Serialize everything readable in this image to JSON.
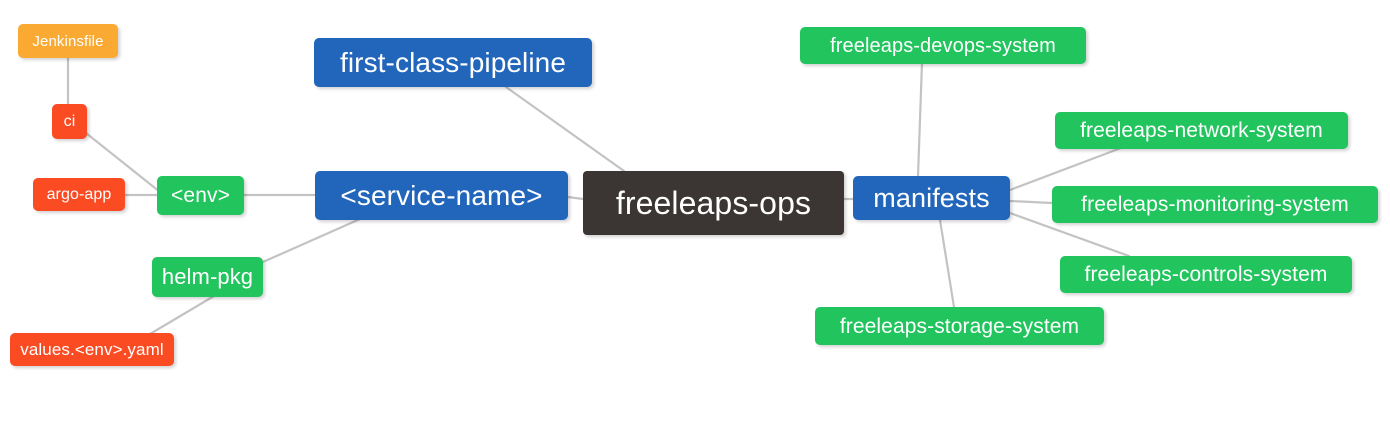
{
  "diagram": {
    "type": "mindmap",
    "title": "freeleaps-ops",
    "background": "#ffffff",
    "edge_color": "#c3c3c3",
    "palette": {
      "root": "#3b3633",
      "blue": "#2266bc",
      "green": "#21c45d",
      "orange": "#faa932",
      "red": "#fa4b23",
      "text": "#ffffff"
    }
  },
  "nodes": {
    "root": {
      "label": "freeleaps-ops",
      "color": "#3b3633"
    },
    "service_name": {
      "label": "<service-name>",
      "color": "#2266bc"
    },
    "first_class_pipeline": {
      "label": "first-class-pipeline",
      "color": "#2266bc"
    },
    "env": {
      "label": "<env>",
      "color": "#21c45d"
    },
    "jenkinsfile": {
      "label": "Jenkinsfile",
      "color": "#faa932"
    },
    "ci": {
      "label": "ci",
      "color": "#fa4b23"
    },
    "argo_app": {
      "label": "argo-app",
      "color": "#fa4b23"
    },
    "helm_pkg": {
      "label": "helm-pkg",
      "color": "#21c45d"
    },
    "values_yaml": {
      "label": "values.<env>.yaml",
      "color": "#fa4b23"
    },
    "manifests": {
      "label": "manifests",
      "color": "#2266bc"
    },
    "devops_system": {
      "label": "freeleaps-devops-system",
      "color": "#21c45d"
    },
    "network_system": {
      "label": "freeleaps-network-system",
      "color": "#21c45d"
    },
    "monitoring_system": {
      "label": "freeleaps-monitoring-system",
      "color": "#21c45d"
    },
    "controls_system": {
      "label": "freeleaps-controls-system",
      "color": "#21c45d"
    },
    "storage_system": {
      "label": "freeleaps-storage-system",
      "color": "#21c45d"
    }
  },
  "edges": [
    {
      "from": "root",
      "to": "service_name"
    },
    {
      "from": "root",
      "to": "first_class_pipeline"
    },
    {
      "from": "root",
      "to": "manifests"
    },
    {
      "from": "service_name",
      "to": "env"
    },
    {
      "from": "service_name",
      "to": "helm_pkg"
    },
    {
      "from": "env",
      "to": "ci"
    },
    {
      "from": "env",
      "to": "argo_app"
    },
    {
      "from": "ci",
      "to": "jenkinsfile"
    },
    {
      "from": "helm_pkg",
      "to": "values_yaml"
    },
    {
      "from": "manifests",
      "to": "devops_system"
    },
    {
      "from": "manifests",
      "to": "network_system"
    },
    {
      "from": "manifests",
      "to": "monitoring_system"
    },
    {
      "from": "manifests",
      "to": "controls_system"
    },
    {
      "from": "manifests",
      "to": "storage_system"
    }
  ]
}
